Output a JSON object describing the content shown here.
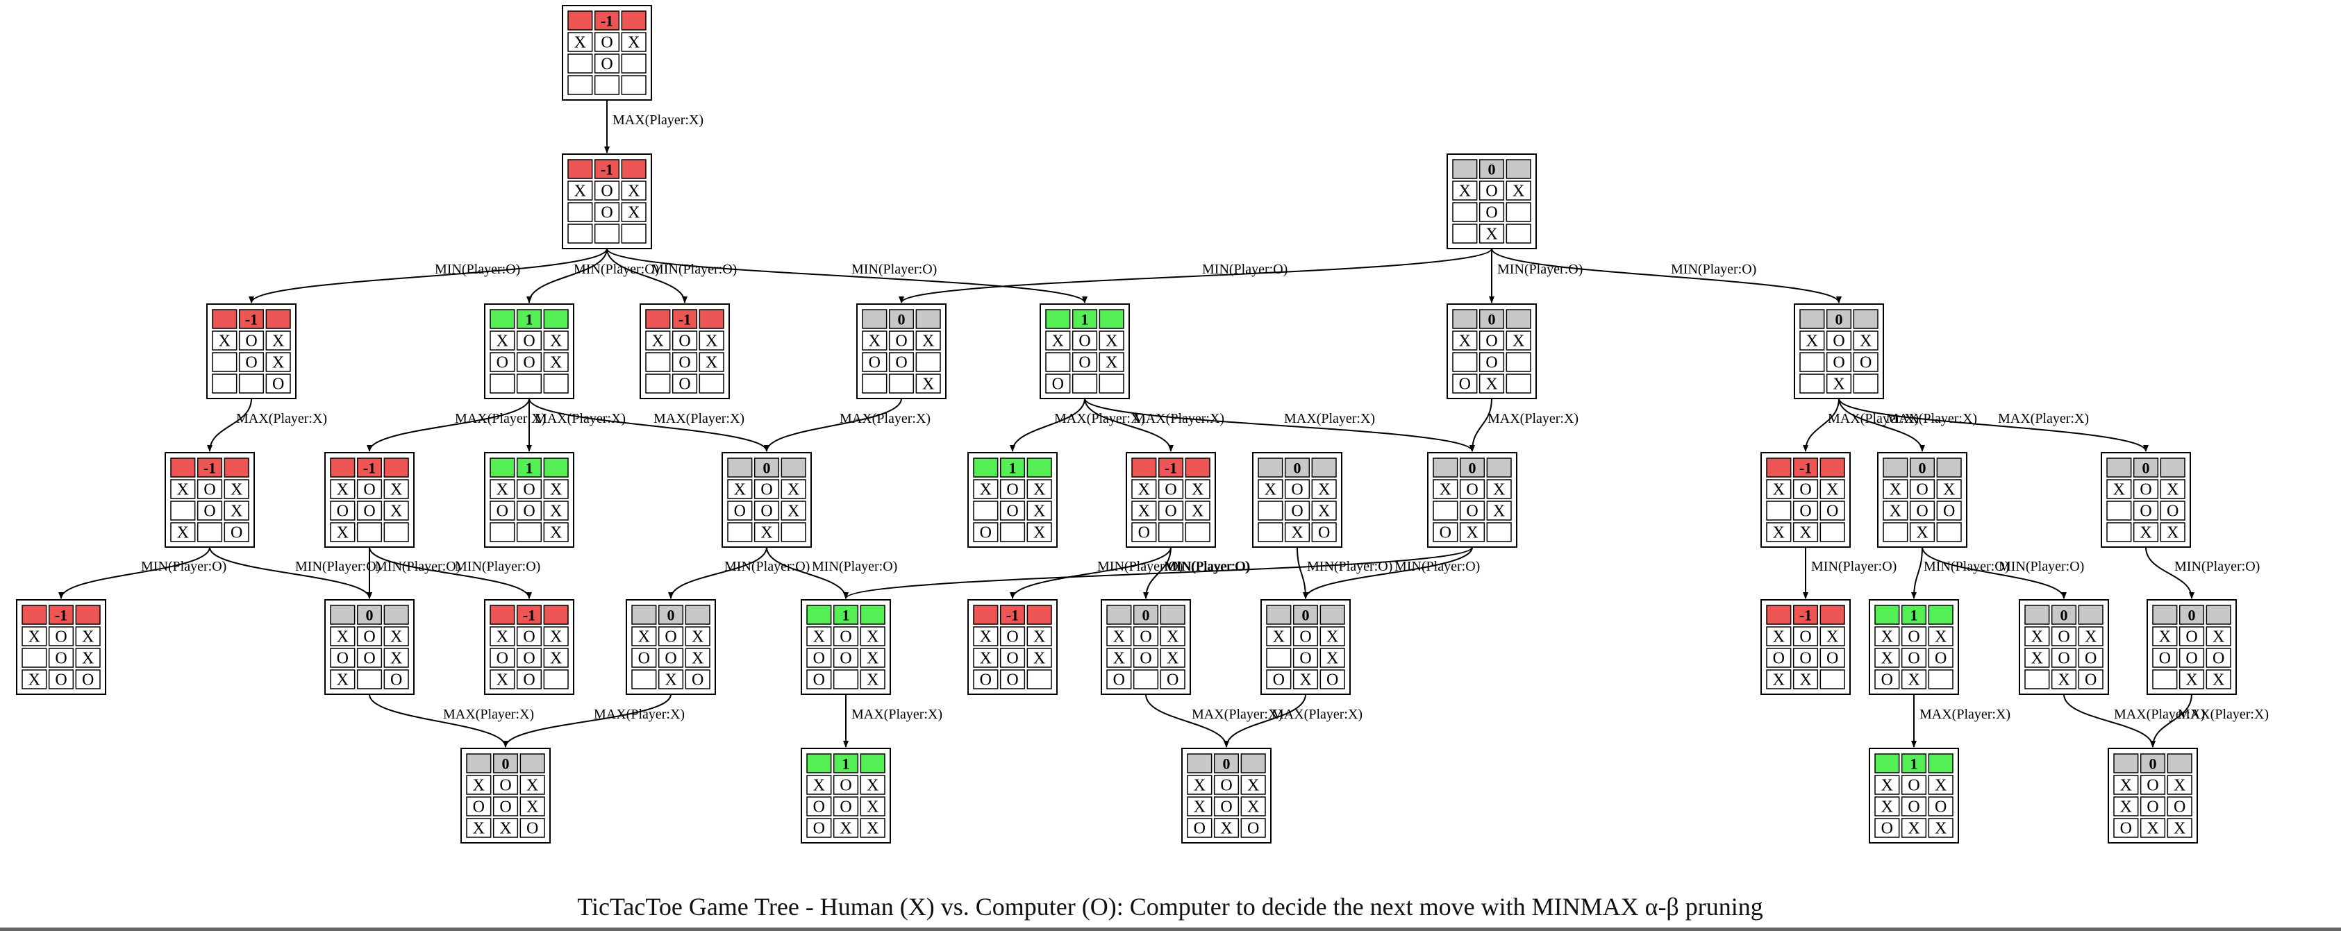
{
  "caption": "TicTacToe Game Tree - Human (X) vs. Computer (O): Computer to decide the next move with MINMAX α-β pruning",
  "colors": {
    "win": "#55ee55",
    "loss": "#ee5555",
    "neutral": "#c8c8c8",
    "edge": "#000000"
  },
  "labels": {
    "max": "MAX(Player:X)",
    "min": "MIN(Player:O)"
  },
  "nodes": [
    {
      "id": "n0",
      "score": "-1",
      "board": [
        "XOX",
        " O ",
        "   "
      ]
    },
    {
      "id": "n1",
      "score": "-1",
      "board": [
        "XOX",
        " OX",
        "   "
      ]
    },
    {
      "id": "n2",
      "score": "-1",
      "board": [
        "XOX",
        " OX",
        "  O"
      ]
    },
    {
      "id": "n3",
      "score": "1",
      "board": [
        "XOX",
        "OOX",
        "   "
      ]
    },
    {
      "id": "n4",
      "score": "-1",
      "board": [
        "XOX",
        " OX",
        " O "
      ]
    },
    {
      "id": "n5",
      "score": "0",
      "board": [
        "XOX",
        "OO ",
        "  X"
      ]
    },
    {
      "id": "n6",
      "score": "1",
      "board": [
        "XOX",
        " OX",
        "O  "
      ]
    },
    {
      "id": "n7",
      "score": "0",
      "board": [
        "XOX",
        " O ",
        " X "
      ]
    },
    {
      "id": "n8",
      "score": "0",
      "board": [
        "XOX",
        " O ",
        "OX "
      ]
    },
    {
      "id": "n9",
      "score": "0",
      "board": [
        "XOX",
        " OO",
        " X "
      ]
    },
    {
      "id": "n10",
      "score": "-1",
      "board": [
        "XOX",
        " OX",
        "X O"
      ]
    },
    {
      "id": "n11",
      "score": "-1",
      "board": [
        "XOX",
        "OOX",
        "X  "
      ]
    },
    {
      "id": "n12",
      "score": "1",
      "board": [
        "XOX",
        "OOX",
        "  X"
      ]
    },
    {
      "id": "n13",
      "score": "0",
      "board": [
        "XOX",
        "OOX",
        " X "
      ]
    },
    {
      "id": "n14",
      "score": "1",
      "board": [
        "XOX",
        " OX",
        "O X"
      ]
    },
    {
      "id": "n15",
      "score": "-1",
      "board": [
        "XOX",
        "XOX",
        "O  "
      ]
    },
    {
      "id": "n16",
      "score": "0",
      "board": [
        "XOX",
        " OX",
        " XO"
      ]
    },
    {
      "id": "n17",
      "score": "0",
      "board": [
        "XOX",
        " OX",
        "OX "
      ]
    },
    {
      "id": "n18",
      "score": "-1",
      "board": [
        "XOX",
        " OO",
        "XX "
      ]
    },
    {
      "id": "n19",
      "score": "0",
      "board": [
        "XOX",
        "XOO",
        " X "
      ]
    },
    {
      "id": "n20",
      "score": "0",
      "board": [
        "XOX",
        " OO",
        " XX"
      ]
    },
    {
      "id": "n21",
      "score": "-1",
      "board": [
        "XOX",
        " OX",
        "XOO"
      ]
    },
    {
      "id": "n22",
      "score": "0",
      "board": [
        "XOX",
        "OOX",
        "X O"
      ]
    },
    {
      "id": "n23",
      "score": "-1",
      "board": [
        "XOX",
        "OOX",
        "XO "
      ]
    },
    {
      "id": "n24",
      "score": "0",
      "board": [
        "XOX",
        "OOX",
        " XO"
      ]
    },
    {
      "id": "n25",
      "score": "1",
      "board": [
        "XOX",
        "OOX",
        "O X"
      ]
    },
    {
      "id": "n26",
      "score": "-1",
      "board": [
        "XOX",
        "XOX",
        "OO "
      ]
    },
    {
      "id": "n27",
      "score": "0",
      "board": [
        "XOX",
        "XOX",
        "O O"
      ]
    },
    {
      "id": "n28",
      "score": "0",
      "board": [
        "XOX",
        " OX",
        "OXO"
      ]
    },
    {
      "id": "n29",
      "score": "-1",
      "board": [
        "XOX",
        "OOO",
        "XX "
      ]
    },
    {
      "id": "n30",
      "score": "1",
      "board": [
        "XOX",
        "XOO",
        "OX "
      ]
    },
    {
      "id": "n31",
      "score": "0",
      "board": [
        "XOX",
        "XOO",
        " XO"
      ]
    },
    {
      "id": "n32",
      "score": "0",
      "board": [
        "XOX",
        "OOO",
        " XX"
      ]
    },
    {
      "id": "n33",
      "score": "0",
      "board": [
        "XOX",
        "OOX",
        "XXO"
      ]
    },
    {
      "id": "n34",
      "score": "1",
      "board": [
        "XOX",
        "OOX",
        "OXX"
      ]
    },
    {
      "id": "n35",
      "score": "0",
      "board": [
        "XOX",
        "XOX",
        "OXO"
      ]
    },
    {
      "id": "n36",
      "score": "1",
      "board": [
        "XOX",
        "XOO",
        "OXX"
      ]
    },
    {
      "id": "n37",
      "score": "0",
      "board": [
        "XOX",
        "XOO",
        "OXX"
      ]
    }
  ],
  "edges": [
    {
      "from": "n0",
      "to": "n1",
      "label": "MAX(Player:X)"
    },
    {
      "from": "n1",
      "to": "n2",
      "label": "MIN(Player:O)"
    },
    {
      "from": "n1",
      "to": "n3",
      "label": "MIN(Player:O)"
    },
    {
      "from": "n1",
      "to": "n4",
      "label": "MIN(Player:O)"
    },
    {
      "from": "n1",
      "to": "n6",
      "label": "MIN(Player:O)"
    },
    {
      "from": "n7",
      "to": "n5",
      "label": "MIN(Player:O)"
    },
    {
      "from": "n7",
      "to": "n8",
      "label": "MIN(Player:O)"
    },
    {
      "from": "n7",
      "to": "n9",
      "label": "MIN(Player:O)"
    },
    {
      "from": "n2",
      "to": "n10",
      "label": "MAX(Player:X)"
    },
    {
      "from": "n3",
      "to": "n11",
      "label": "MAX(Player:X)"
    },
    {
      "from": "n3",
      "to": "n12",
      "label": "MAX(Player:X)"
    },
    {
      "from": "n3",
      "to": "n13",
      "label": "MAX(Player:X)"
    },
    {
      "from": "n5",
      "to": "n13",
      "label": "MAX(Player:X)"
    },
    {
      "from": "n6",
      "to": "n14",
      "label": "MAX(Player:X)"
    },
    {
      "from": "n6",
      "to": "n15",
      "label": "MAX(Player:X)"
    },
    {
      "from": "n6",
      "to": "n17",
      "label": "MAX(Player:X)"
    },
    {
      "from": "n8",
      "to": "n17",
      "label": "MAX(Player:X)"
    },
    {
      "from": "n9",
      "to": "n18",
      "label": "MAX(Player:X)"
    },
    {
      "from": "n9",
      "to": "n19",
      "label": "MAX(Player:X)"
    },
    {
      "from": "n9",
      "to": "n20",
      "label": "MAX(Player:X)"
    },
    {
      "from": "n10",
      "to": "n21",
      "label": "MIN(Player:O)"
    },
    {
      "from": "n10",
      "to": "n22",
      "label": "MIN(Player:O)"
    },
    {
      "from": "n11",
      "to": "n22",
      "label": "MIN(Player:O)"
    },
    {
      "from": "n11",
      "to": "n23",
      "label": "MIN(Player:O)"
    },
    {
      "from": "n13",
      "to": "n24",
      "label": "MIN(Player:O)"
    },
    {
      "from": "n13",
      "to": "n25",
      "label": "MIN(Player:O)"
    },
    {
      "from": "n15",
      "to": "n26",
      "label": "MIN(Player:O)"
    },
    {
      "from": "n15",
      "to": "n27",
      "label": "MIN(Player:O)"
    },
    {
      "from": "n16",
      "to": "n28",
      "label": "MIN(Player:O)"
    },
    {
      "from": "n17",
      "to": "n25",
      "label": "MIN(Player:O)"
    },
    {
      "from": "n17",
      "to": "n28",
      "label": "MIN(Player:O)"
    },
    {
      "from": "n18",
      "to": "n29",
      "label": "MIN(Player:O)"
    },
    {
      "from": "n19",
      "to": "n30",
      "label": "MIN(Player:O)"
    },
    {
      "from": "n19",
      "to": "n31",
      "label": "MIN(Player:O)"
    },
    {
      "from": "n20",
      "to": "n32",
      "label": "MIN(Player:O)"
    },
    {
      "from": "n22",
      "to": "n33",
      "label": "MAX(Player:X)"
    },
    {
      "from": "n24",
      "to": "n33",
      "label": "MAX(Player:X)"
    },
    {
      "from": "n25",
      "to": "n34",
      "label": "MAX(Player:X)"
    },
    {
      "from": "n27",
      "to": "n35",
      "label": "MAX(Player:X)"
    },
    {
      "from": "n28",
      "to": "n35",
      "label": "MAX(Player:X)"
    },
    {
      "from": "n30",
      "to": "n36",
      "label": "MAX(Player:X)"
    },
    {
      "from": "n31",
      "to": "n37",
      "label": "MAX(Player:X)"
    },
    {
      "from": "n32",
      "to": "n37",
      "label": "MAX(Player:X)"
    }
  ]
}
